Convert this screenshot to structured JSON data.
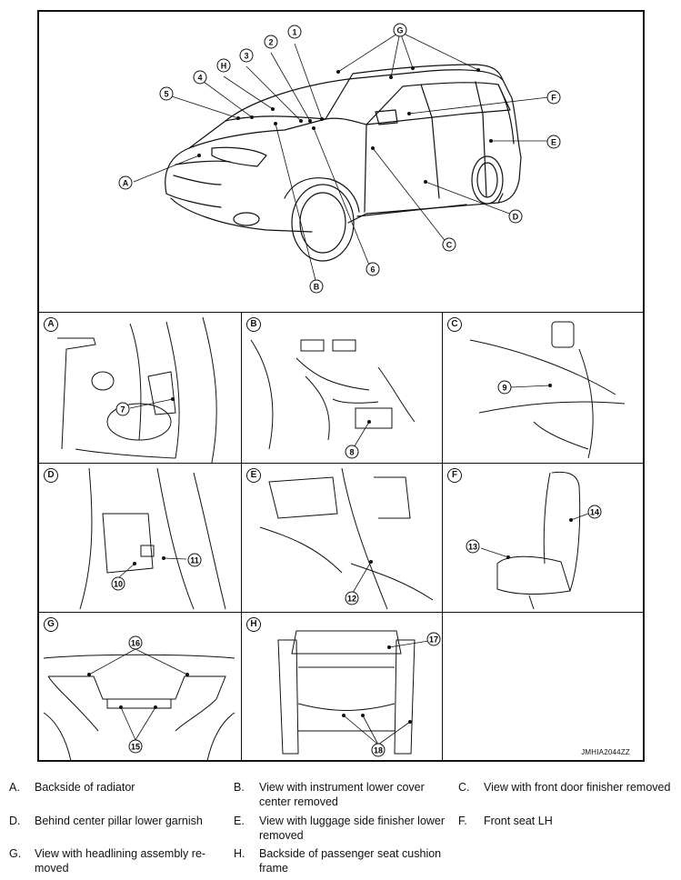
{
  "overview": {
    "callouts": {
      "n1": "1",
      "n2": "2",
      "n3": "3",
      "n4": "4",
      "n5": "5",
      "n6": "6",
      "A": "A",
      "B": "B",
      "C": "C",
      "D": "D",
      "E": "E",
      "F": "F",
      "G": "G",
      "H": "H"
    }
  },
  "panels": {
    "A": {
      "letter": "A",
      "callouts": [
        "7"
      ]
    },
    "B": {
      "letter": "B",
      "callouts": [
        "8"
      ]
    },
    "C": {
      "letter": "C",
      "callouts": [
        "9"
      ]
    },
    "D": {
      "letter": "D",
      "callouts": [
        "11",
        "10"
      ]
    },
    "E": {
      "letter": "E",
      "callouts": [
        "12"
      ]
    },
    "F": {
      "letter": "F",
      "callouts": [
        "14",
        "13"
      ]
    },
    "G": {
      "letter": "G",
      "callouts": [
        "16",
        "15"
      ]
    },
    "H": {
      "letter": "H",
      "callouts": [
        "17",
        "18"
      ]
    }
  },
  "figure_code": "JMHIA2044ZZ",
  "legend": [
    {
      "key": "A.",
      "text": "Backside of radiator"
    },
    {
      "key": "B.",
      "text": "View with instrument lower cover center removed"
    },
    {
      "key": "C.",
      "text": "View with front door finisher removed"
    },
    {
      "key": "D.",
      "text": "Behind center pillar lower garnish"
    },
    {
      "key": "E.",
      "text": "View with luggage side finisher lower removed"
    },
    {
      "key": "F.",
      "text": "Front seat LH"
    },
    {
      "key": "G.",
      "text": "View with headlining assembly re-moved"
    },
    {
      "key": "H.",
      "text": "Backside of passenger seat cushion frame"
    }
  ]
}
